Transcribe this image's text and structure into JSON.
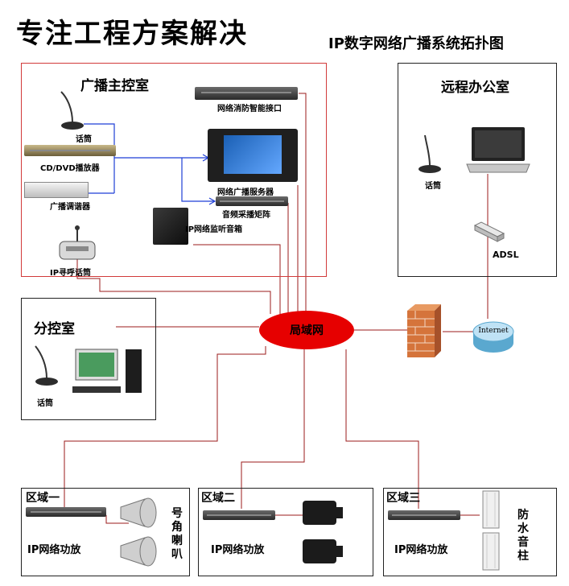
{
  "header": {
    "headline": "专注工程方案解决",
    "subtitle": "IP数字网络广播系统拓扑图"
  },
  "main_room": {
    "title": "广播主控室",
    "devices": {
      "mic": "话筒",
      "cd_player": "CD/DVD播放器",
      "tuner": "广播调谐器",
      "paging_mic": "IP寻呼话筒",
      "fire_interface": "网络消防智能接口",
      "server": "网络广播服务器",
      "audio_matrix": "音频采播矩阵",
      "monitor_speaker": "IP网络监听音箱"
    }
  },
  "remote_office": {
    "title": "远程办公室",
    "mic": "话筒",
    "adsl": "ADSL"
  },
  "sub_room": {
    "title": "分控室",
    "mic": "话筒"
  },
  "network": {
    "lan": "局域网",
    "internet": "Internet"
  },
  "zones": [
    {
      "title": "区域一",
      "amp": "IP网络功放",
      "speaker": "号角喇叭"
    },
    {
      "title": "区域二",
      "amp": "IP网络功放"
    },
    {
      "title": "区域三",
      "amp": "IP网络功放",
      "speaker": "防水音柱"
    }
  ],
  "colors": {
    "link_red": "#9b1b1b",
    "link_blue": "#1f3fd6",
    "frame_red": "#d23a3a",
    "lan_fill": "#e60000"
  }
}
